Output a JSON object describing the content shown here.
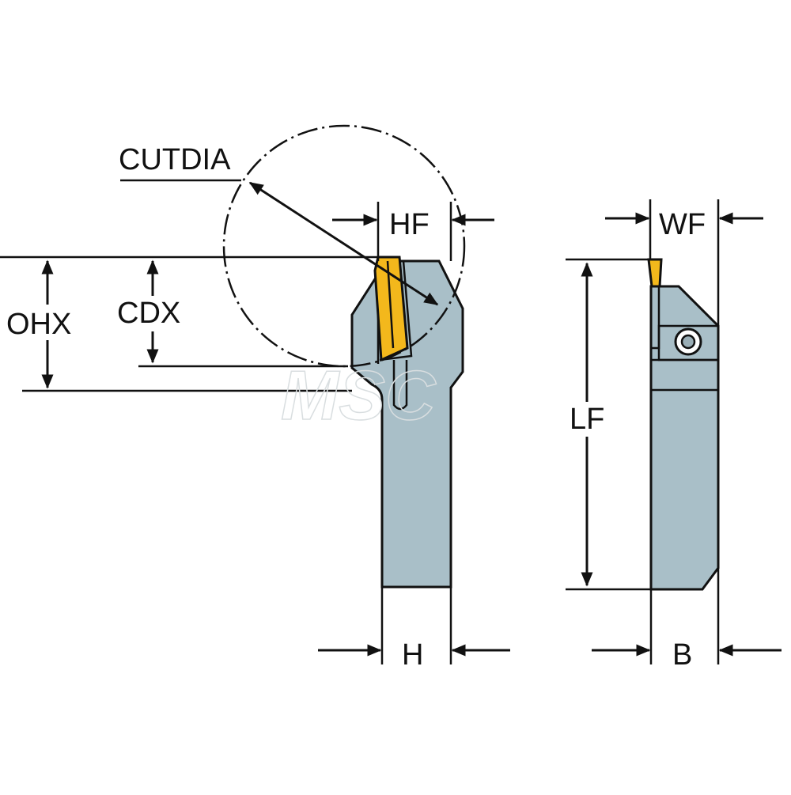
{
  "labels": {
    "cutdia": "CUTDIA",
    "hf": "HF",
    "ohx": "OHX",
    "cdx": "CDX",
    "h": "H",
    "wf": "WF",
    "lf": "LF",
    "b": "B"
  },
  "watermark": "MSC",
  "colors": {
    "holder": "#a9bfc8",
    "insert": "#f3b81c",
    "line": "#111111"
  },
  "icons": {
    "arrowhead": "filled-triangle",
    "clamp_screw": "torx-screw-icon"
  }
}
